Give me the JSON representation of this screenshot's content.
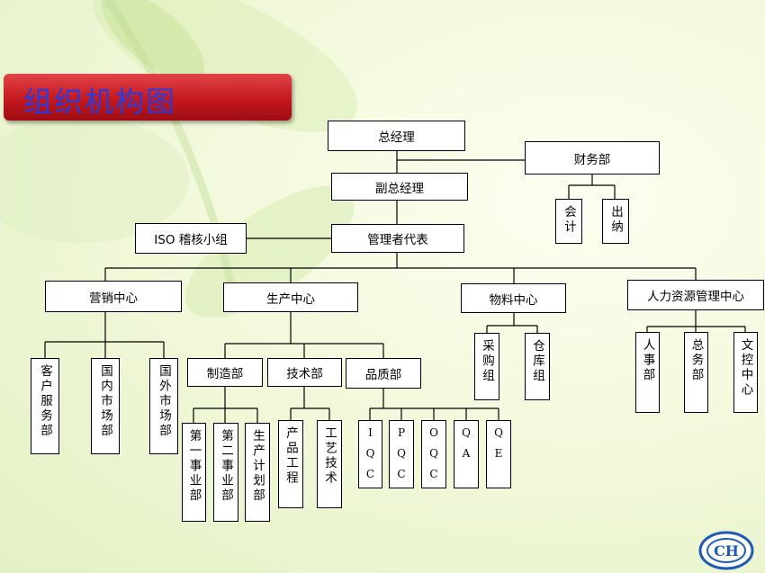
{
  "title": "组织机构图",
  "nodes": {
    "gm": "总经理",
    "finance": "财务部",
    "accounting": "会计",
    "cashier": "出纳",
    "deputy_gm": "副总经理",
    "iso_group": "ISO 稽核小组",
    "mgmt_rep": "管理者代表",
    "marketing": "营销中心",
    "production": "生产中心",
    "materials": "物料中心",
    "hr_center": "人力资源管理中心",
    "customer_service": "客户服务部",
    "domestic_market": "国内市场部",
    "foreign_market": "国外市场部",
    "manufacturing": "制造部",
    "tech": "技术部",
    "quality": "品质部",
    "purchasing": "采购组",
    "warehouse": "仓库组",
    "personnel": "人事部",
    "general_affairs": "总务部",
    "doc_control": "文控中心",
    "biz_unit_1": "第一事业部",
    "biz_unit_2": "第二事业部",
    "prod_planning": "生产计划部",
    "product_eng": "产品工程",
    "process_tech": "工艺技术",
    "iqc": "IQC",
    "pqc": "PQC",
    "oqc": "OQC",
    "qa": "QA",
    "qe": "QE"
  },
  "logo_text": "CH"
}
